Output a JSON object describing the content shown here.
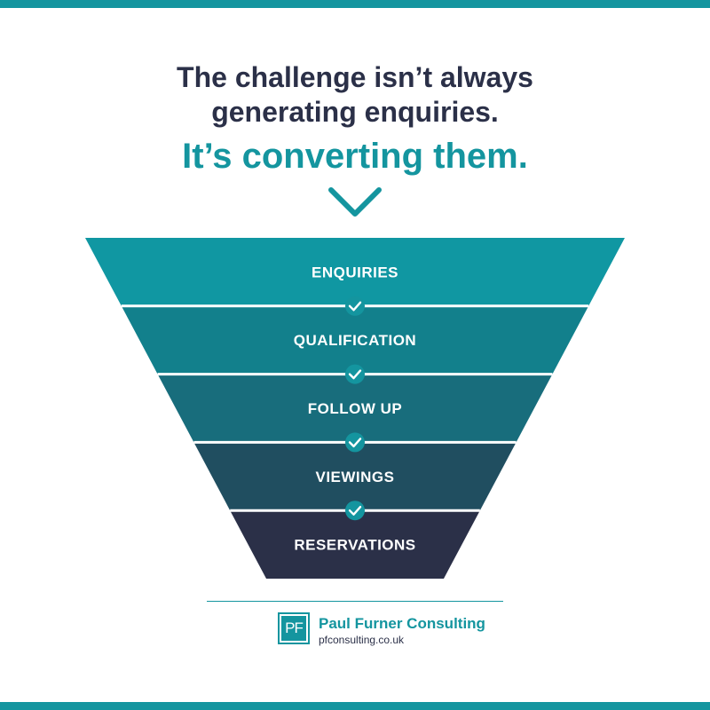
{
  "colors": {
    "accent": "#14959f",
    "dark": "#2b3048",
    "stage_fills": [
      "#1097a2",
      "#12808c",
      "#186d7c",
      "#204e60",
      "#2b3048"
    ],
    "separator": "#ffffff"
  },
  "headline": {
    "line1": "The challenge isn’t always",
    "line2": "generating enquiries.",
    "emphasis": "It’s converting them."
  },
  "funnel": {
    "stages": [
      {
        "label": "ENQUIRIES"
      },
      {
        "label": "QUALIFICATION"
      },
      {
        "label": "FOLLOW UP"
      },
      {
        "label": "VIEWINGS"
      },
      {
        "label": "RESERVATIONS"
      }
    ],
    "connector_icon": "check-circle-icon"
  },
  "footer": {
    "logo_text": "PF",
    "company_name": "Paul Furner Consulting",
    "url": "pfconsulting.co.uk"
  }
}
